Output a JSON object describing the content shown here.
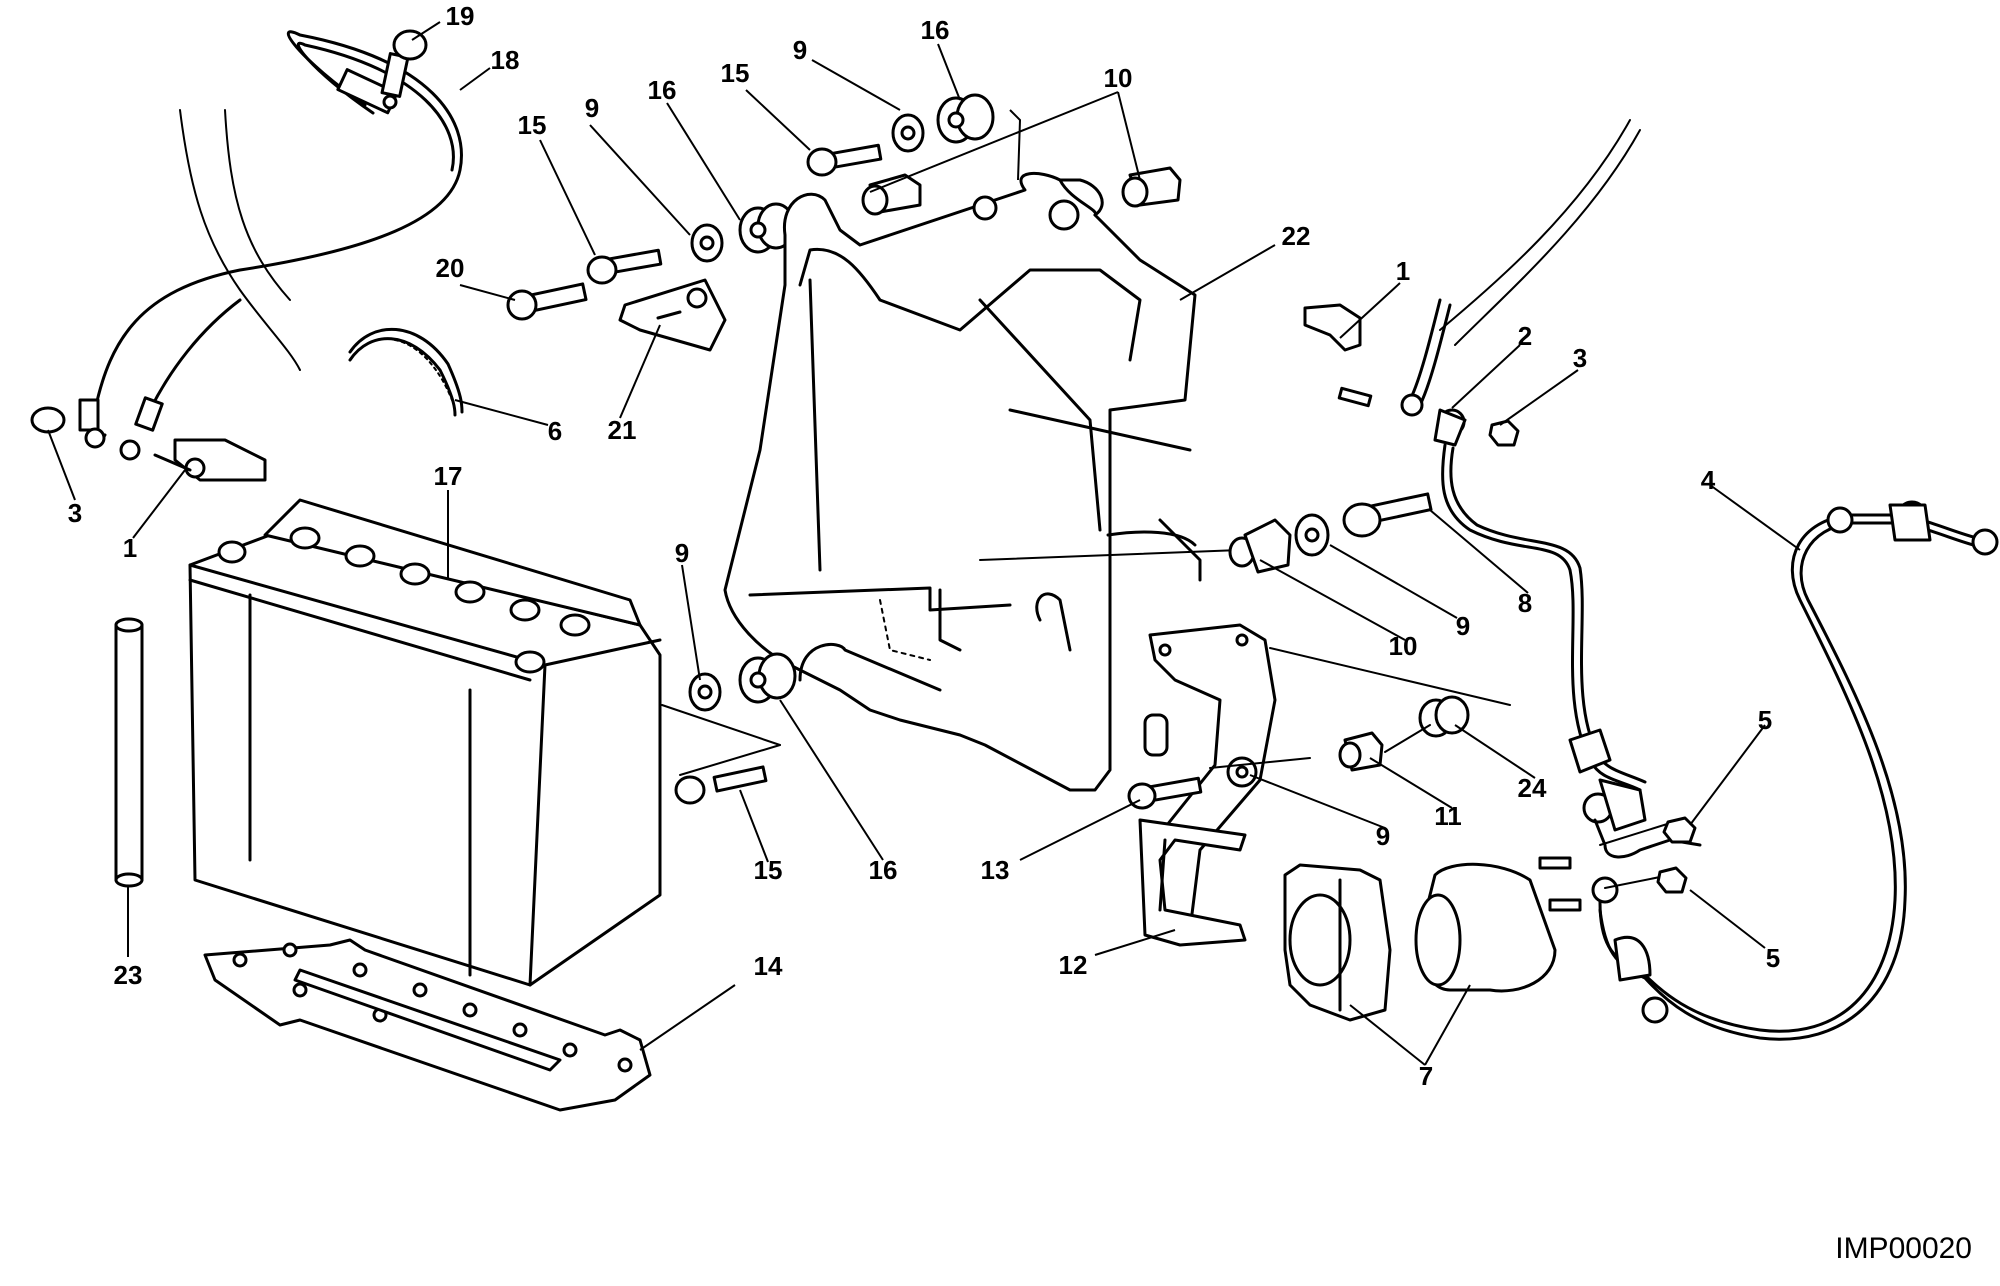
{
  "callouts": [
    "19",
    "18",
    "16",
    "9",
    "15",
    "10",
    "9",
    "16",
    "15",
    "22",
    "20",
    "21",
    "6",
    "1",
    "2",
    "3",
    "3",
    "1",
    "17",
    "4",
    "8",
    "9",
    "10",
    "9",
    "16",
    "15",
    "5",
    "24",
    "11",
    "9",
    "13",
    "23",
    "14",
    "12",
    "7",
    "5"
  ],
  "reference_code": "IMP00020"
}
